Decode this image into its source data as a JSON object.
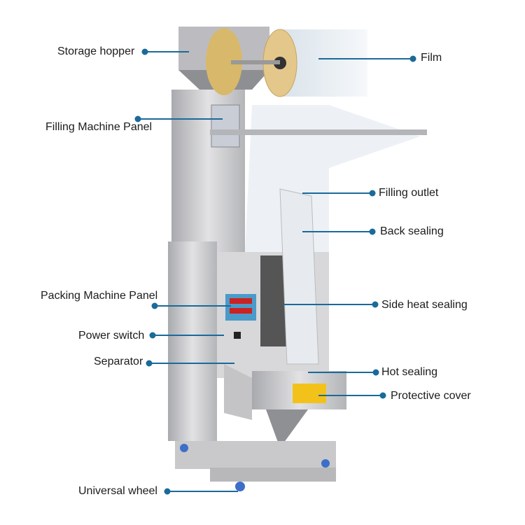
{
  "labels": {
    "storage_hopper": "Storage hopper",
    "filling_panel": "Filling Machine Panel",
    "film": "Film",
    "filling_outlet": "Filling outlet",
    "back_sealing": "Back sealing",
    "packing_panel": "Packing Machine Panel",
    "side_heat_sealing": "Side heat sealing",
    "power_switch": "Power switch",
    "separator": "Separator",
    "hot_sealing": "Hot sealing",
    "protective_cover": "Protective cover",
    "universal_wheel": "Universal wheel"
  },
  "colors": {
    "leader": "#1a6a9a",
    "steel": "#c9c9cb",
    "steel_dark": "#9d9ea2"
  }
}
